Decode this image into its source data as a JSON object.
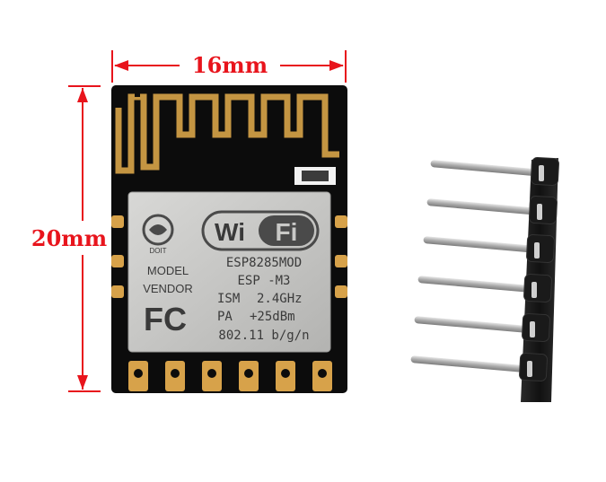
{
  "dimensions": {
    "width_label": "16mm",
    "height_label": "20mm"
  },
  "module": {
    "vendor_logo_text": "DOIT",
    "model_label": "MODEL",
    "vendor_label": "VENDOR",
    "fc_mark": "FC",
    "wifi_logo": {
      "wi": "Wi",
      "fi": "Fi"
    },
    "model_name": "ESP8285MOD",
    "board_name": "ESP -M3",
    "ism": "ISM",
    "frequency": "2.4GHz",
    "pa": "PA",
    "power": "+25dBm",
    "standard": "802.11 b/g/n"
  },
  "colors": {
    "dimension_arrows": "#e8141c",
    "pcb": "#0c0c0c",
    "gold_pads": "#d7a24a",
    "shield": "#c9c9c7",
    "header_plastic": "#141414",
    "pins": "#bdbdbd"
  },
  "header": {
    "pin_count": 6
  }
}
